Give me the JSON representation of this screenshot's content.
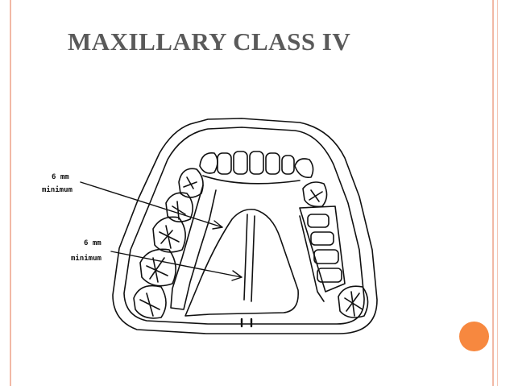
{
  "slide": {
    "title": "MAXILLARY CLASS IV",
    "accent_color": "#f7883f",
    "rule_color": "#f2b9a6"
  },
  "diagram": {
    "label_top_line1": "6 mm",
    "label_top_line2": "minimum",
    "label_bottom_line1": "6 mm",
    "label_bottom_line2": "minimum"
  }
}
